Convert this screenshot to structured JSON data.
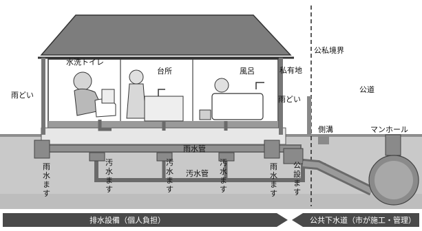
{
  "labels": {
    "toilet": "水洗トイレ",
    "kitchen": "台所",
    "bath": "風呂",
    "private_land": "私有地",
    "rain_gutter_left": "雨どい",
    "rain_gutter_right": "雨どい",
    "boundary": "公私境界",
    "public_road": "公道",
    "side_ditch": "側溝",
    "manhole": "マンホール",
    "rain_pipe": "雨水管",
    "sewage_pipe": "汚水管",
    "public_basin": "公設ます"
  },
  "vertical_labels": {
    "rain_basin_1": [
      "雨",
      "水",
      "ま",
      "す"
    ],
    "sewage_basin_1": [
      "汚",
      "水",
      "ま",
      "す"
    ],
    "sewage_basin_2": [
      "汚",
      "水",
      "ま",
      "す"
    ],
    "sewage_basin_3": [
      "汚",
      "水",
      "ま",
      "す"
    ],
    "rain_basin_2": [
      "雨",
      "水",
      "ま",
      "す"
    ],
    "public_basin": [
      "公",
      "設",
      "ま",
      "す"
    ]
  },
  "bottom_bar": {
    "left": "排水設備（個人負担）",
    "right": "公共下水道（市が施工・管理）"
  },
  "colors": {
    "roof": "#7d7d7d",
    "ground": "#c9c9c9",
    "ground_light": "#e4e4e4",
    "pipe": "#6a6a6a",
    "bar": "#4a4a4a"
  }
}
